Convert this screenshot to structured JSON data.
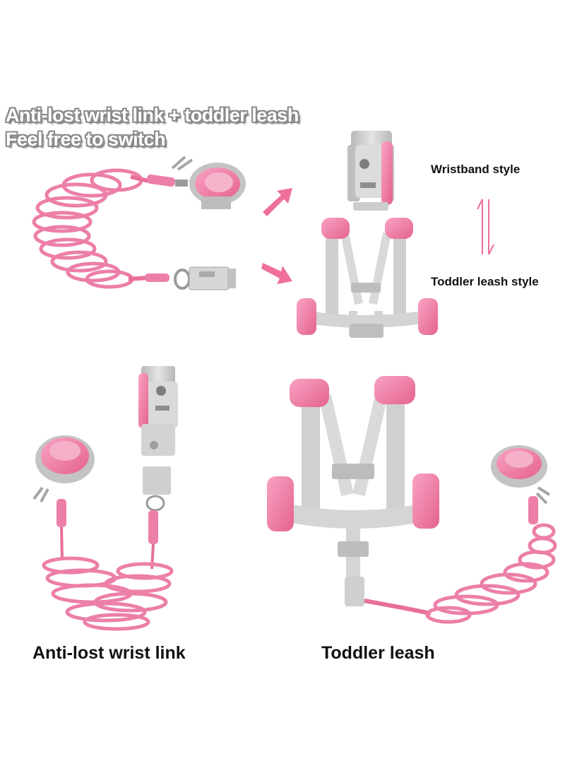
{
  "headline": {
    "line1": "Anti-lost wrist link + toddler leash",
    "line2": "Feel free to switch"
  },
  "styles": {
    "wristband": "Wristband style",
    "toddler": "Toddler leash style"
  },
  "captions": {
    "wrist_link": "Anti-lost wrist link",
    "toddler_leash": "Toddler leash"
  },
  "colors": {
    "pink": "#f07aa6",
    "pink_dark": "#d85e8c",
    "gray": "#c9c9c9",
    "gray_dark": "#9a9a9a",
    "arrow": "#ee6f9c"
  }
}
